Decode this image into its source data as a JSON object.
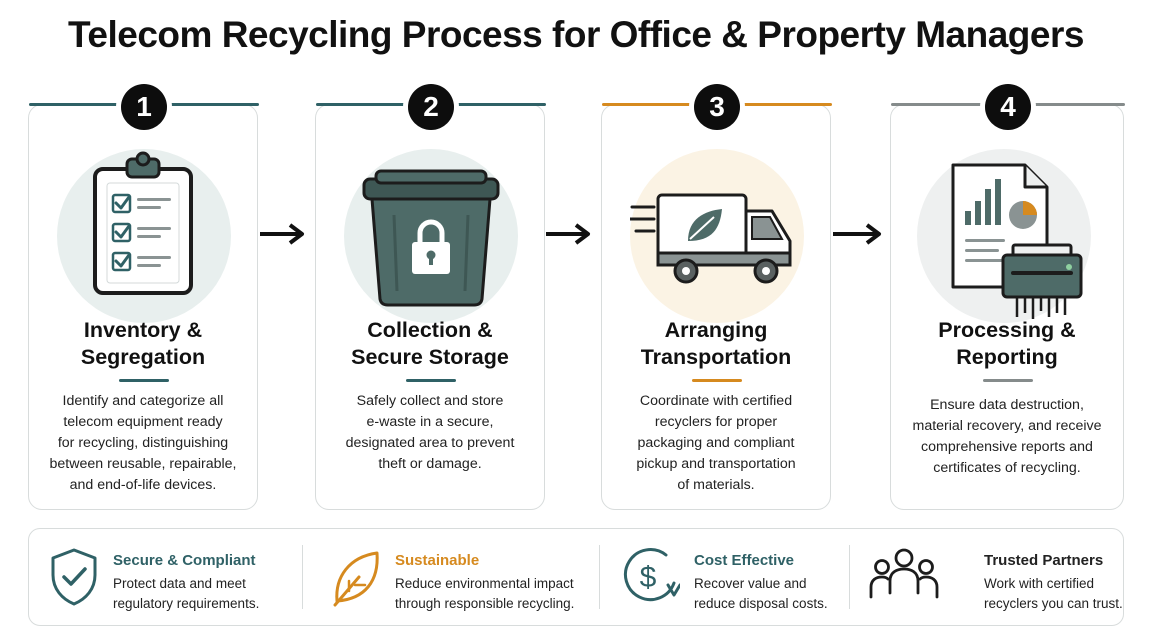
{
  "title": "Telecom Recycling Process for Office & Property Managers",
  "colors": {
    "teal": "#2f6166",
    "orange": "#d68a1f",
    "gray": "#858b8b",
    "bin_body": "#4e6b68",
    "circle_teal": "#e8efee",
    "circle_cream": "#fbf3e4",
    "circle_gray": "#eef0f0"
  },
  "steps": [
    {
      "number": "1",
      "title_line1": "Inventory &",
      "title_line2": "Segregation",
      "desc": [
        "Identify and categorize all",
        "telecom equipment ready",
        "for recycling, distinguishing",
        "between reusable, repairable,",
        "and end-of-life devices."
      ],
      "icon": "clipboard-checklist-icon"
    },
    {
      "number": "2",
      "title_line1": "Collection &",
      "title_line2": "Secure Storage",
      "desc": [
        "Safely collect and store",
        "e-waste in a secure,",
        "designated area to prevent",
        "theft or damage."
      ],
      "icon": "locked-bin-icon"
    },
    {
      "number": "3",
      "title_line1": "Arranging",
      "title_line2": "Transportation",
      "desc": [
        "Coordinate with certified",
        "recyclers for proper",
        "packaging and compliant",
        "pickup and transportation",
        "of materials."
      ],
      "icon": "delivery-truck-icon"
    },
    {
      "number": "4",
      "title_line1": "Processing &",
      "title_line2": "Reporting",
      "desc": [
        "Ensure data destruction,",
        "material recovery, and receive",
        "comprehensive reports and",
        "certificates of recycling."
      ],
      "icon": "report-shredder-icon"
    }
  ],
  "benefits": [
    {
      "title": "Secure & Compliant",
      "desc_line1": "Protect data and meet",
      "desc_line2": "regulatory requirements.",
      "icon": "shield-check-icon"
    },
    {
      "title": "Sustainable",
      "desc_line1": "Reduce environmental impact",
      "desc_line2": "through responsible recycling.",
      "icon": "leaf-icon"
    },
    {
      "title": "Cost Effective",
      "desc_line1": "Recover value and",
      "desc_line2": "reduce disposal costs.",
      "icon": "dollar-circle-icon"
    },
    {
      "title": "Trusted Partners",
      "desc_line1": "Work with certified",
      "desc_line2": "recyclers you can trust.",
      "icon": "people-group-icon"
    }
  ]
}
